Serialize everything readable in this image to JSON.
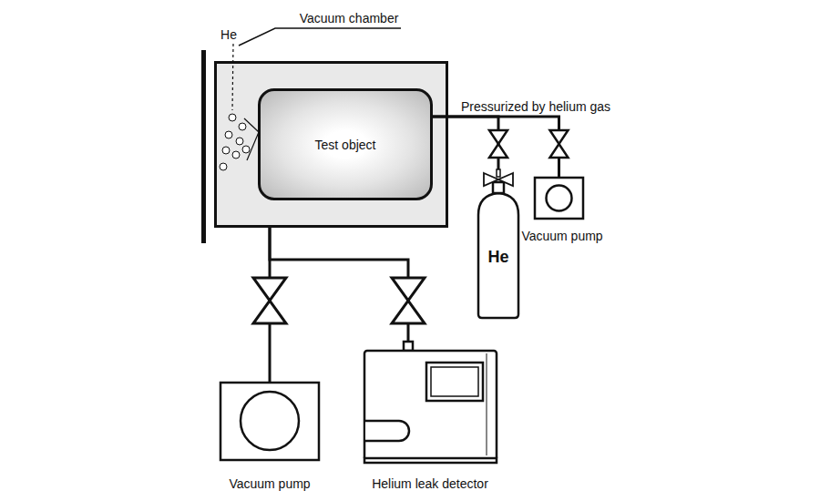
{
  "diagram": {
    "nodes": [
      {
        "text": [
          "Vacuum chamber"
        ]
      },
      {
        "text": [
          "Test object"
        ],
        "in": 0
      },
      {
        "text": [
          "He"
        ]
      },
      {
        "text": [
          "Vacuum pump"
        ]
      },
      {
        "text": [
          "Vacuum pump"
        ]
      },
      {
        "text": [
          "Helium leak detector"
        ]
      }
    ],
    "edges": [
      {
        "from": 1,
        "to": 2,
        "arrow": "none",
        "label": "Pressurized by helium gas"
      },
      {
        "from": 1,
        "to": 3,
        "arrow": "none"
      },
      {
        "from": 0,
        "to": 4,
        "arrow": "none"
      },
      {
        "from": 0,
        "to": 5,
        "arrow": "none"
      }
    ],
    "labels": [
      "He"
    ]
  }
}
